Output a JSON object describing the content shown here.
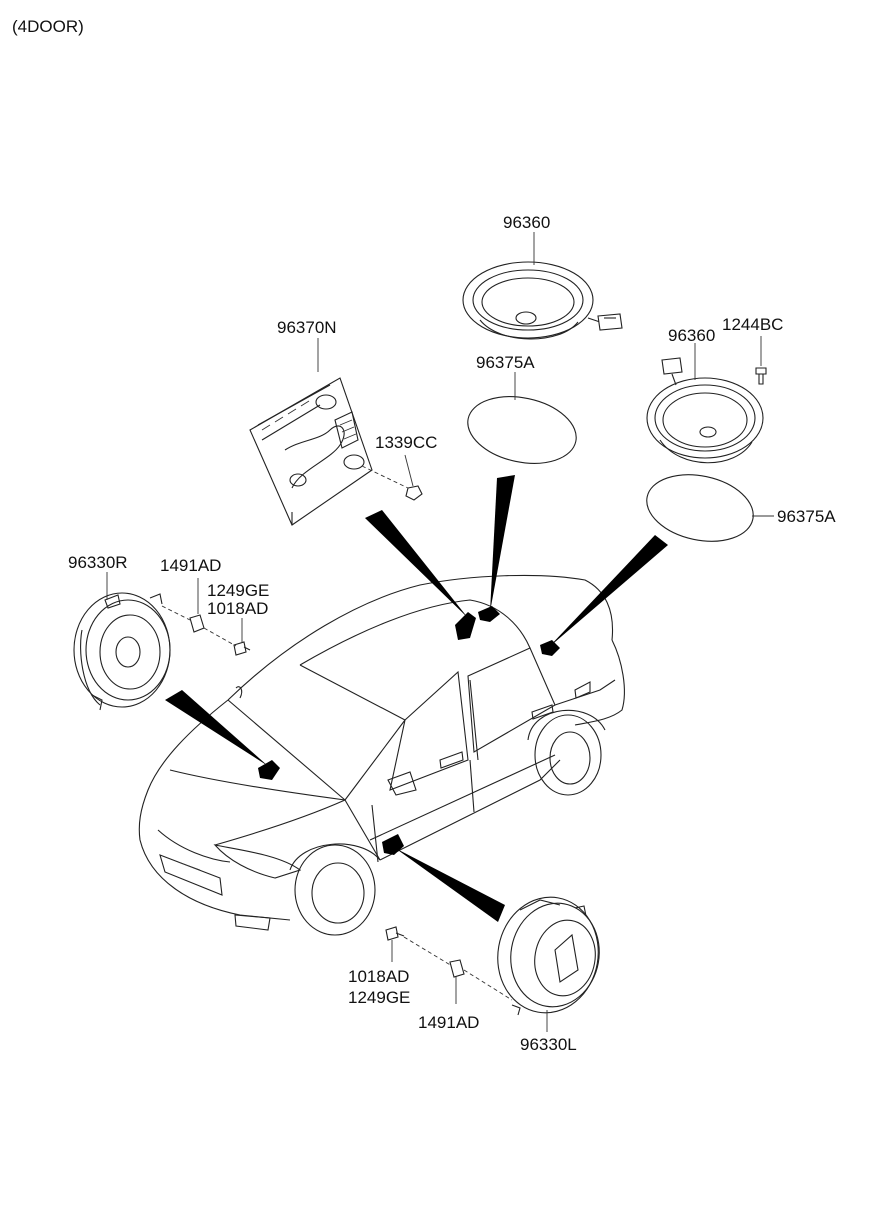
{
  "header": {
    "variant_label": "(4DOOR)"
  },
  "labels": {
    "p96360_rear_left": "96360",
    "p96375A_left": "96375A",
    "p96360_rear_right": "96360",
    "p1244BC": "1244BC",
    "p96375A_right": "96375A",
    "p96370N": "96370N",
    "p1339CC": "1339CC",
    "p96330R": "96330R",
    "p1491AD_top": "1491AD",
    "p1249GE_top": "1249GE",
    "p1018AD_top": "1018AD",
    "p1018AD_bottom": "1018AD",
    "p1249GE_bottom": "1249GE",
    "p1491AD_bottom": "1491AD",
    "p96330L": "96330L"
  }
}
